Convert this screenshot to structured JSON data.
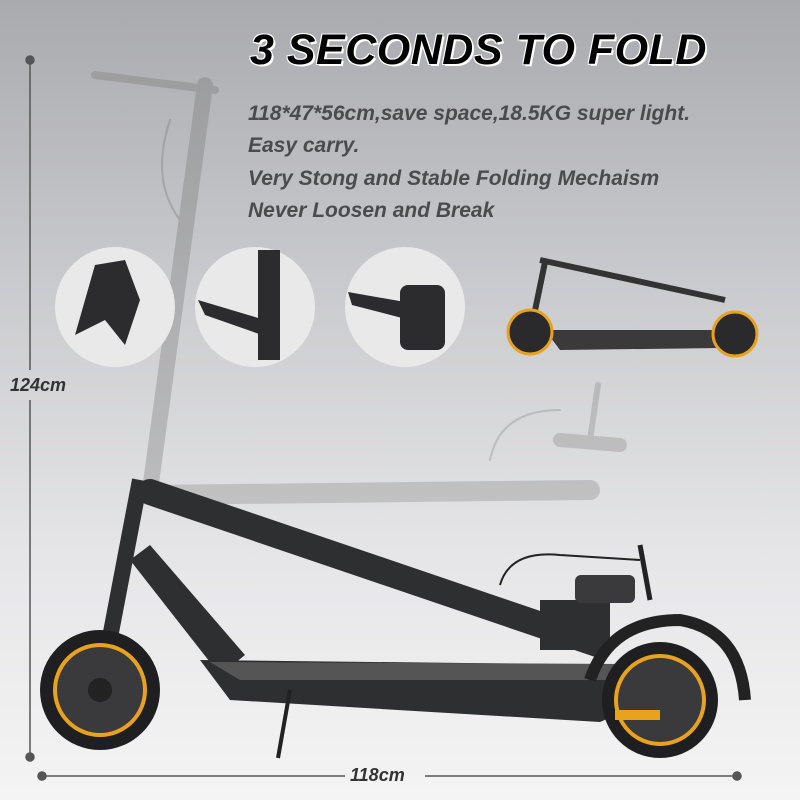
{
  "title": "3 SECONDS TO FOLD",
  "description": [
    "118*47*56cm,save space,18.5KG super light.",
    "Easy carry.",
    "Very Stong and Stable Folding Mechaism",
    "Never Loosen and Break"
  ],
  "dimensions": {
    "height": "124cm",
    "length": "118cm"
  },
  "colors": {
    "accent": "#e8a21e",
    "frame": "#2e2f31",
    "text": "#4b4b4e"
  }
}
